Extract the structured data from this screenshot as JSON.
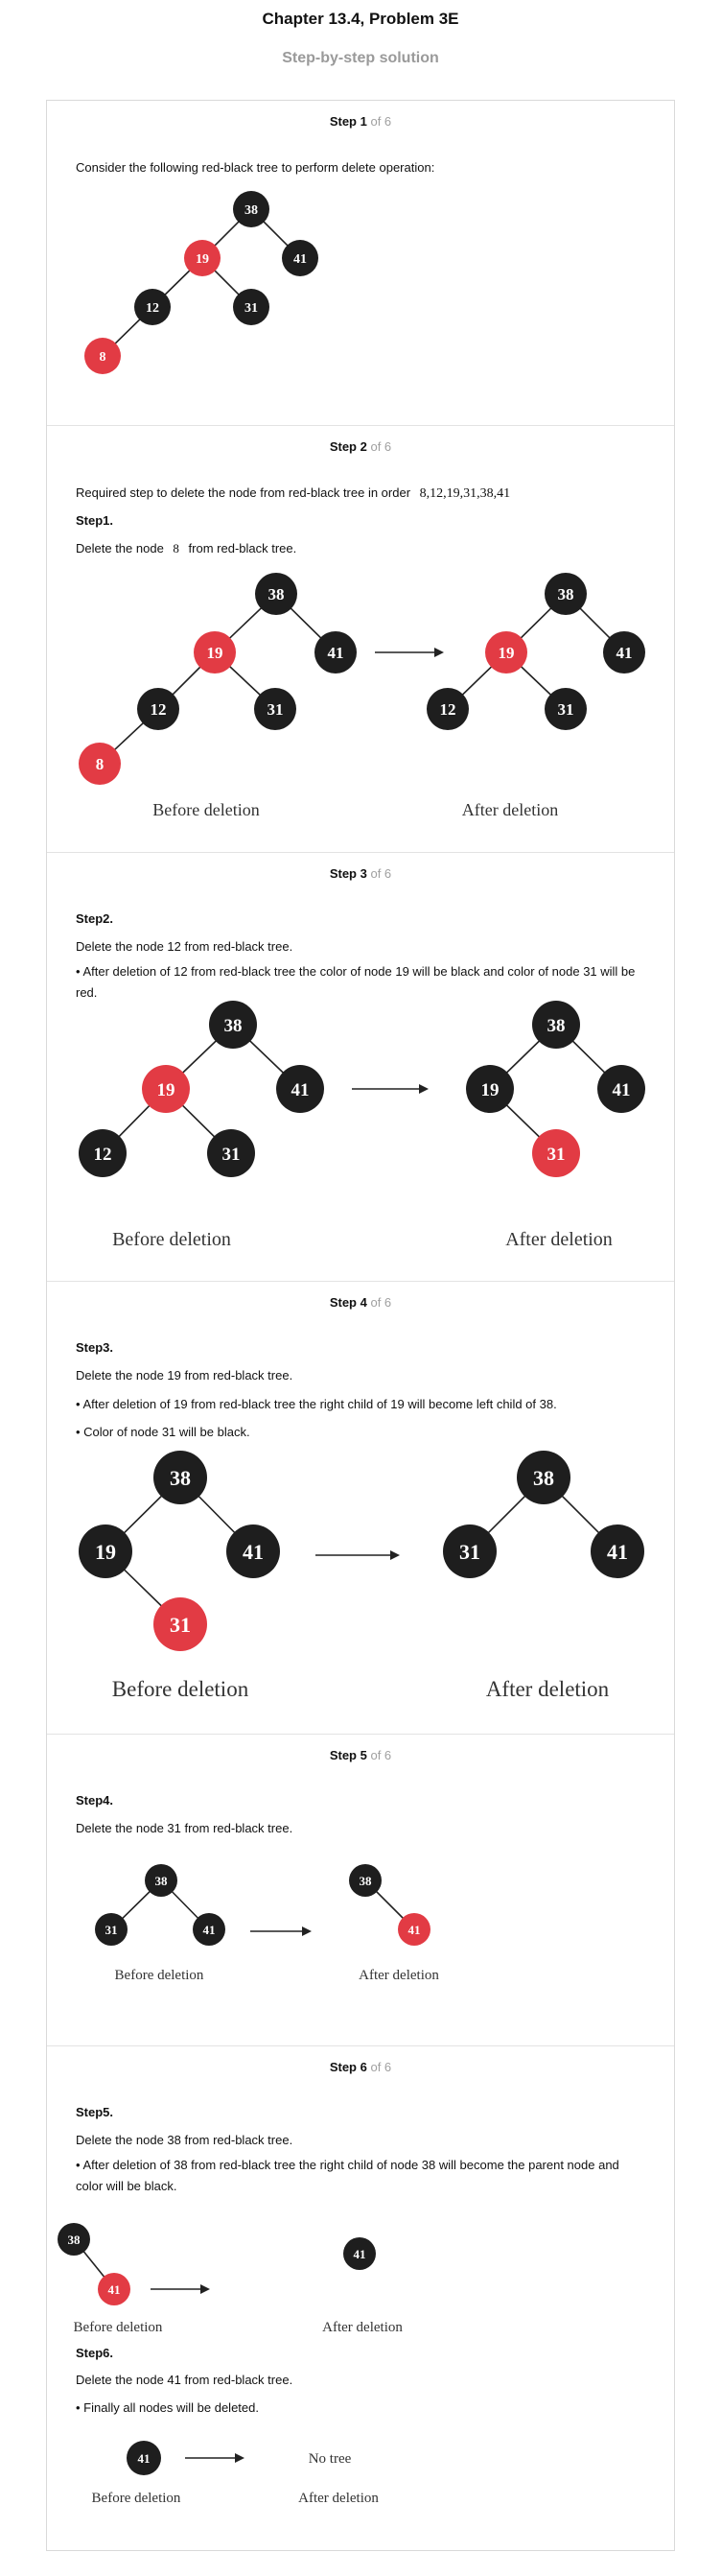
{
  "header": {
    "title": "Chapter 13.4, Problem 3E",
    "subtitle": "Step-by-step solution"
  },
  "steps": [
    {
      "label": "Step 1",
      "of": "of 6",
      "text": "Consider the following red-black tree to perform delete operation:",
      "tree": {
        "n38": "38",
        "n19": "19",
        "n41": "41",
        "n12": "12",
        "n31": "31",
        "n8": "8"
      }
    },
    {
      "label": "Step 2",
      "of": "of 6",
      "intro_prefix": "Required step to delete the node from red-black tree in order",
      "intro_order": "8,12,19,31,38,41",
      "substep": "Step1.",
      "text_prefix": "Delete the node",
      "text_node": "8",
      "text_suffix": "from red-black tree.",
      "before": {
        "n38": "38",
        "n19": "19",
        "n41": "41",
        "n12": "12",
        "n31": "31",
        "n8": "8"
      },
      "after": {
        "n38": "38",
        "n19": "19",
        "n41": "41",
        "n12": "12",
        "n31": "31"
      },
      "before_caption": "Before deletion",
      "after_caption": "After deletion"
    },
    {
      "label": "Step 3",
      "of": "of 6",
      "substep": "Step2.",
      "text": "Delete the node 12 from red-black tree.",
      "bullet": "• After deletion of 12 from red-black tree the color of node 19 will be black and color of node 31 will be red.",
      "before": {
        "n38": "38",
        "n19": "19",
        "n41": "41",
        "n12": "12",
        "n31": "31"
      },
      "after": {
        "n38": "38",
        "n19": "19",
        "n41": "41",
        "n31": "31"
      },
      "before_caption": "Before deletion",
      "after_caption": "After deletion"
    },
    {
      "label": "Step 4",
      "of": "of 6",
      "substep": "Step3.",
      "text": "Delete the node 19 from red-black tree.",
      "bullet1": "• After deletion of 19 from red-black tree the right child of 19 will become left child of 38.",
      "bullet2": "• Color of node 31 will be black.",
      "before": {
        "n38": "38",
        "n19": "19",
        "n41": "41",
        "n31": "31"
      },
      "after": {
        "n38": "38",
        "n31": "31",
        "n41": "41"
      },
      "before_caption": "Before deletion",
      "after_caption": "After deletion"
    },
    {
      "label": "Step 5",
      "of": "of 6",
      "substep": "Step4.",
      "text": "Delete the node 31 from red-black tree.",
      "before": {
        "n38": "38",
        "n31": "31",
        "n41": "41"
      },
      "after": {
        "n38": "38",
        "n41": "41"
      },
      "before_caption": "Before deletion",
      "after_caption": "After deletion"
    },
    {
      "label": "Step 6",
      "of": "of 6",
      "substep": "Step5.",
      "text": "Delete the node 38 from red-black tree.",
      "bullet": "• After deletion of 38 from red-black tree the right child of node 38 will become the parent node and color will be black.",
      "before": {
        "n38": "38",
        "n41": "41"
      },
      "after": {
        "n41": "41"
      },
      "before_caption": "Before deletion",
      "after_caption": "After deletion",
      "substep2": "Step6.",
      "text2": "Delete the node 41 from red-black tree.",
      "bullet2": "• Finally all nodes will be deleted.",
      "before2": {
        "n41": "41"
      },
      "after2_text": "No tree",
      "before_caption2": "Before deletion",
      "after_caption2": "After deletion"
    }
  ],
  "colors": {
    "black_node": "#1e1e1e",
    "red_node": "#e23b44",
    "muted": "#a0a0a0"
  }
}
